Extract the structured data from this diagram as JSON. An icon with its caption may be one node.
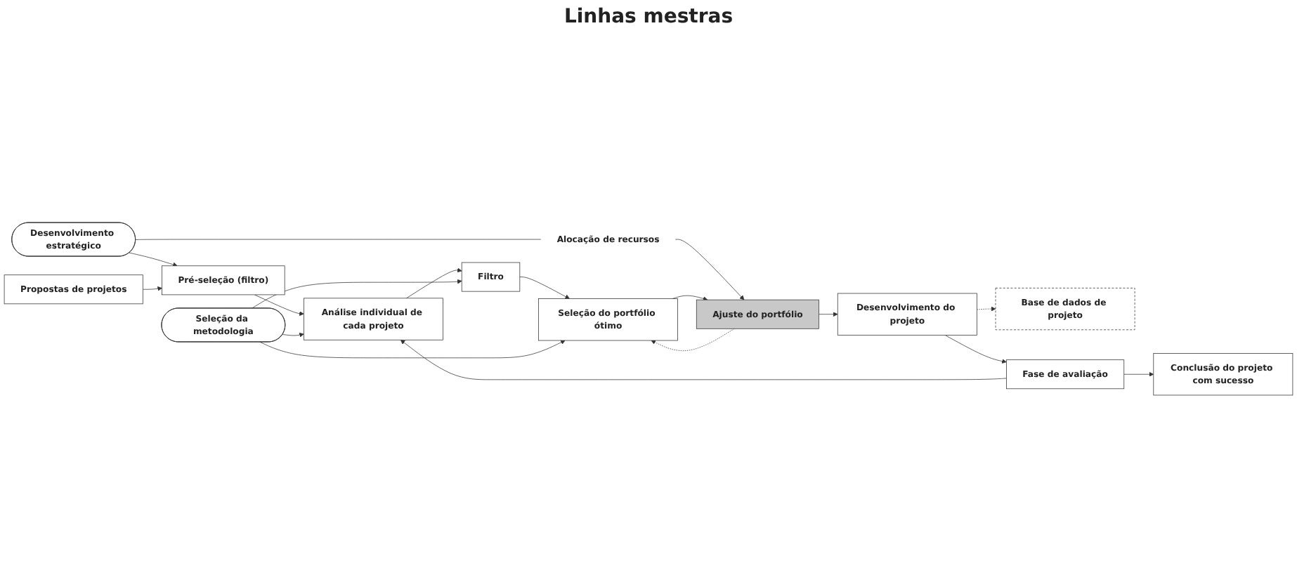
{
  "diagram": {
    "nodes": [
      {
        "text": [
          "Propostas de projetos"
        ]
      },
      {
        "text": [
          "Desenvolvimento estratégico"
        ]
      },
      {
        "text": [
          "Alocação de recursos"
        ]
      },
      {
        "text": [
          "Pré-seleção (filtro)"
        ]
      },
      {
        "text": [
          "Análise individual de cada projeto"
        ]
      },
      {
        "text": [
          "Filtro"
        ]
      },
      {
        "text": [
          "Seleção do portfólio ótimo"
        ]
      },
      {
        "text": [
          "Ajuste do portfólio"
        ]
      },
      {
        "text": [
          "Base de dados de projeto"
        ]
      },
      {
        "text": [
          "Desenvolvimento do projeto"
        ]
      },
      {
        "text": [
          "Fase de avaliação"
        ]
      },
      {
        "text": [
          "Seleção da metodologia"
        ]
      },
      {
        "text": [
          "Conclusão do projeto com sucesso"
        ]
      }
    ],
    "edges": [
      {
        "from": 1,
        "to": 3,
        "arrow": "to"
      },
      {
        "from": 1,
        "to": 2,
        "arrow": "none"
      },
      {
        "from": 2,
        "to": 7,
        "arrow": "to"
      },
      {
        "from": 0,
        "to": 3,
        "arrow": "to"
      },
      {
        "from": 3,
        "to": 4,
        "arrow": "to"
      },
      {
        "from": 4,
        "to": 5,
        "arrow": "to"
      },
      {
        "from": 5,
        "to": 6,
        "arrow": "to"
      },
      {
        "from": 6,
        "to": 7,
        "arrow": "to"
      },
      {
        "from": 7,
        "to": 6,
        "arrow": "to",
        "style": "dashed"
      },
      {
        "from": 7,
        "to": 9,
        "arrow": "to"
      },
      {
        "from": 9,
        "to": 8,
        "arrow": "to",
        "style": "dashed"
      },
      {
        "from": 9,
        "to": 10,
        "arrow": "to"
      },
      {
        "from": 10,
        "to": 12,
        "arrow": "to"
      },
      {
        "from": 10,
        "to": 4,
        "arrow": "to"
      },
      {
        "from": 11,
        "to": 5,
        "arrow": "to"
      },
      {
        "from": 11,
        "to": 4,
        "arrow": "to"
      },
      {
        "from": 11,
        "to": 6,
        "arrow": "to"
      }
    ],
    "labels": [
      "Linhas mestras"
    ]
  }
}
